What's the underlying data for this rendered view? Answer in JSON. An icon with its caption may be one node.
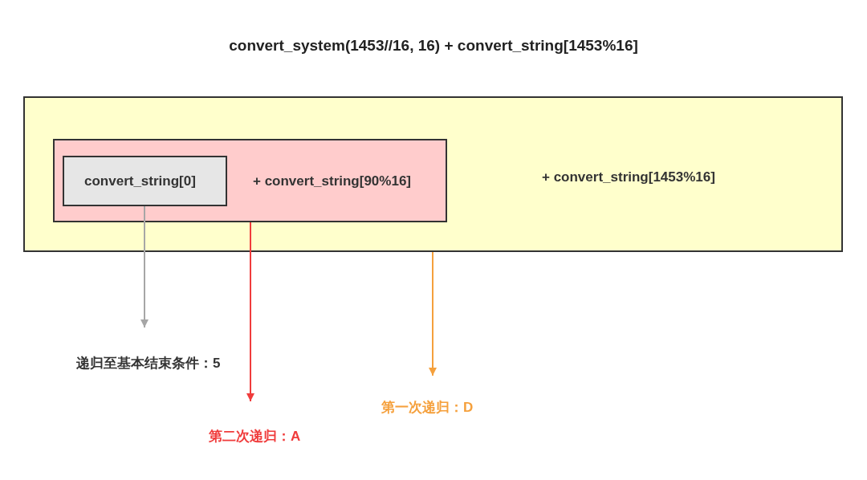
{
  "diagram": {
    "title": "convert_system(1453//16, 16) + convert_string[1453%16]",
    "nodes": [
      {
        "text": [
          "+ convert_string[1453%16]"
        ]
      },
      {
        "text": [
          "+ convert_string[90%16]"
        ],
        "in": 0
      },
      {
        "text": [
          "convert_string[0]"
        ],
        "in": 1
      },
      {
        "text": [
          "递归至基本结束条件：5"
        ]
      },
      {
        "text": [
          "第二次递归：A"
        ]
      },
      {
        "text": [
          "第一次递归：D"
        ]
      }
    ],
    "edges": [
      {
        "from": 2,
        "to": 3,
        "arrow": "to",
        "color": "#a6a6a6"
      },
      {
        "from": 1,
        "to": 4,
        "arrow": "to",
        "color": "#f03c3c"
      },
      {
        "from": 0,
        "to": 5,
        "arrow": "to",
        "color": "#f5a03c"
      }
    ]
  }
}
